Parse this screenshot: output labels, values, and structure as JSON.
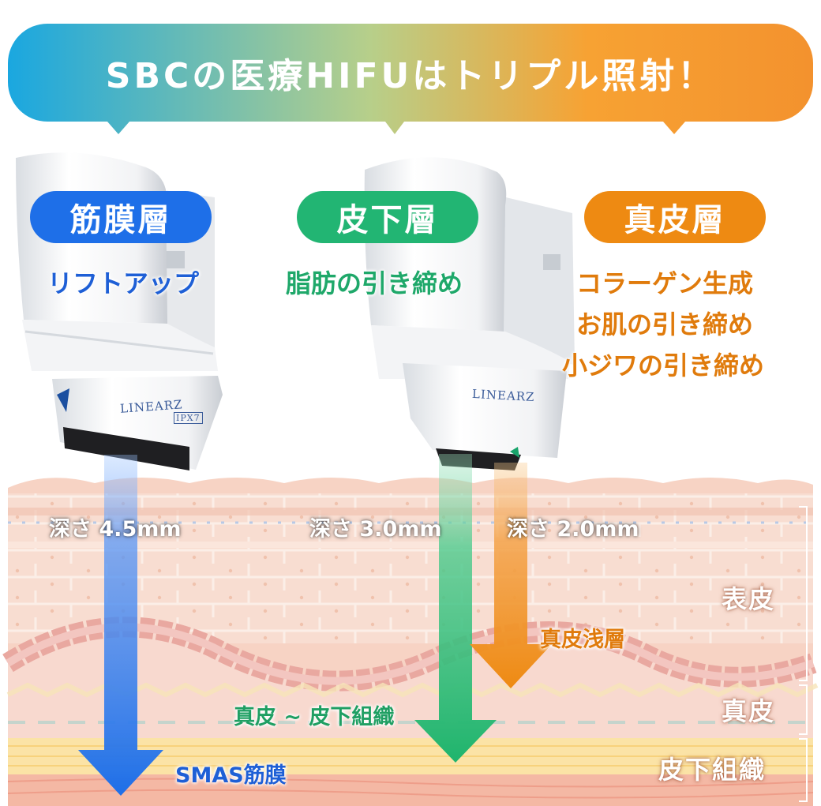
{
  "banner": {
    "title": "SBCの医療HIFUはトリプル照射！",
    "gradient": [
      "#1aa7e0",
      "#b7cf8a",
      "#f7a233",
      "#f3922e"
    ]
  },
  "devices": [
    {
      "brand": "LINEARZ",
      "rating": "IPX7"
    },
    {
      "brand": "LINEARZ"
    }
  ],
  "layers": [
    {
      "name": "筋膜層",
      "color": "#1e6fe8",
      "effects": [
        "リフトアップ"
      ],
      "depth_label": "深さ 4.5mm",
      "target": "SMAS筋膜",
      "target_color": "#1e5fd6"
    },
    {
      "name": "皮下層",
      "color": "#22b573",
      "effects": [
        "脂肪の引き締め"
      ],
      "depth_label": "深さ 3.0mm",
      "target": "真皮 ~ 皮下組織",
      "target_color": "#1f9f63"
    },
    {
      "name": "真皮層",
      "color": "#ee8a12",
      "effects": [
        "コラーゲン生成",
        "お肌の引き締め",
        "小ジワの引き締め"
      ],
      "depth_label": "深さ 2.0mm",
      "target": "真皮浅層",
      "target_color": "#e07b0c"
    }
  ],
  "skin_layers": [
    "表皮",
    "真皮",
    "皮下組織"
  ]
}
